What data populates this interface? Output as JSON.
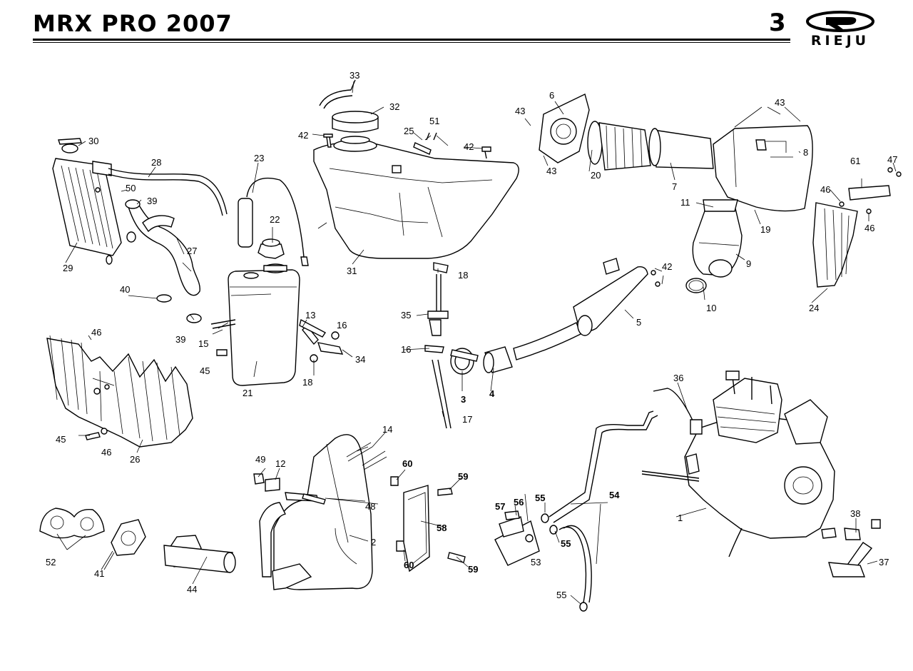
{
  "header": {
    "title": "MRX PRO 2007",
    "page_number": "3",
    "brand": "RIEJU"
  },
  "callouts": {
    "c1": "1",
    "c2": "2",
    "c3": "3",
    "c4": "4",
    "c5": "5",
    "c6": "6",
    "c7": "7",
    "c8": "8",
    "c9": "9",
    "c10": "10",
    "c11": "11",
    "c12": "12",
    "c13": "13",
    "c14": "14",
    "c15": "15",
    "c16a": "16",
    "c16b": "16",
    "c17": "17",
    "c18a": "18",
    "c18b": "18",
    "c19": "19",
    "c20": "20",
    "c21": "21",
    "c22": "22",
    "c23": "23",
    "c24": "24",
    "c25": "25",
    "c26": "26",
    "c27": "27",
    "c28": "28",
    "c29": "29",
    "c30": "30",
    "c31": "31",
    "c32": "32",
    "c33": "33",
    "c34": "34",
    "c35": "35",
    "c36": "36",
    "c37": "37",
    "c38": "38",
    "c39a": "39",
    "c39b": "39",
    "c40": "40",
    "c41": "41",
    "c42a": "42",
    "c42b": "42",
    "c42c": "42",
    "c43a": "43",
    "c43b": "43",
    "c43c": "43",
    "c44": "44",
    "c45a": "45",
    "c45b": "45",
    "c46a": "46",
    "c46b": "46",
    "c46c": "46",
    "c46d": "46",
    "c47": "47",
    "c48": "48",
    "c49": "49",
    "c50": "50",
    "c51": "51",
    "c52": "52",
    "c53": "53",
    "c54": "54",
    "c55a": "55",
    "c55b": "55",
    "c55c": "55",
    "c56": "56",
    "c57": "57",
    "c58": "58",
    "c59a": "59",
    "c59b": "59",
    "c60a": "60",
    "c60b": "60",
    "c61": "61"
  }
}
